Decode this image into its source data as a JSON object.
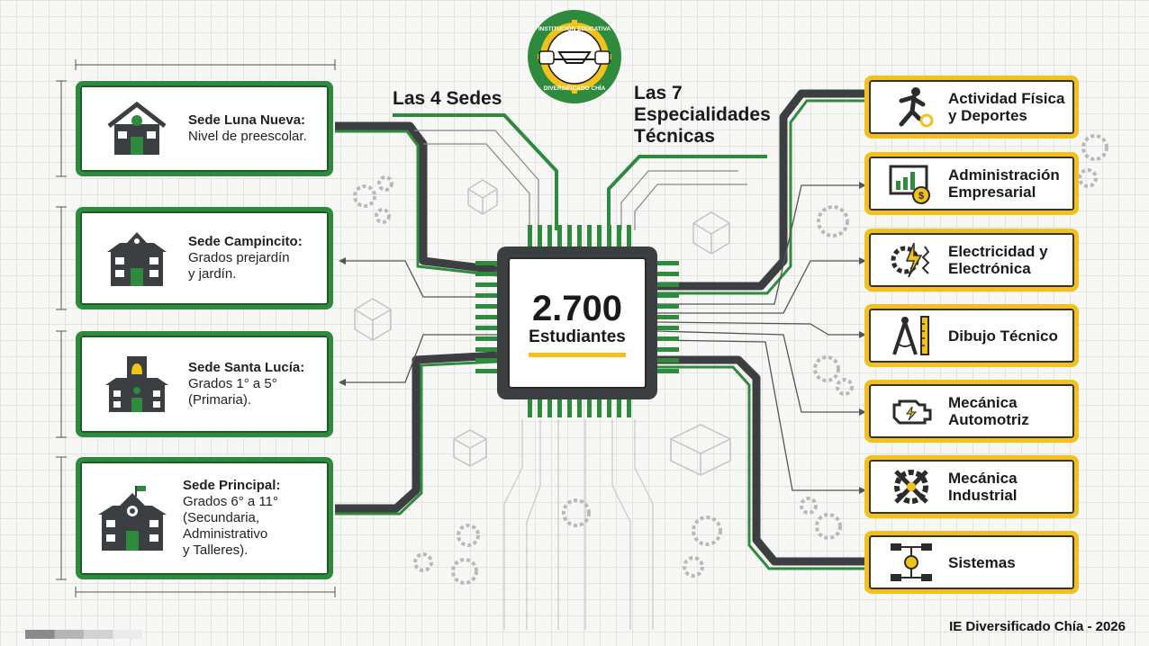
{
  "center": {
    "value": "2.700",
    "label": "Estudiantes"
  },
  "headings": {
    "sedes": "Las 4 Sedes",
    "especialidades_line1": "Las 7",
    "especialidades_line2": "Especialidades",
    "especialidades_line3": "Técnicas"
  },
  "logo": {
    "ring_text_top": "INSTITUCIÓN EDUCATIVA",
    "ring_text_bottom": "DIVERSIFICADO CHÍA"
  },
  "sedes": [
    {
      "name": "Sede Luna Nueva:",
      "desc": [
        "Nivel de preescolar."
      ],
      "icon": "house-icon"
    },
    {
      "name": "Sede Campincito:",
      "desc": [
        "Grados prejardín",
        "y jardín."
      ],
      "icon": "school-building-icon"
    },
    {
      "name": "Sede Santa Lucía:",
      "desc": [
        "Grados 1° a 5°",
        "(Primaria)."
      ],
      "icon": "bell-school-icon"
    },
    {
      "name": "Sede Principal:",
      "desc": [
        "Grados 6° a 11°",
        "(Secundaria,",
        "Administrativo",
        "y Talleres)."
      ],
      "icon": "gear-school-icon"
    }
  ],
  "especialidades": [
    {
      "lines": [
        "Actividad Física",
        "y Deportes"
      ],
      "icon": "runner-icon"
    },
    {
      "lines": [
        "Administración",
        "Empresarial"
      ],
      "icon": "business-chart-icon"
    },
    {
      "lines": [
        "Electricidad y",
        "Electrónica"
      ],
      "icon": "lightning-gear-icon"
    },
    {
      "lines": [
        "Dibujo Técnico"
      ],
      "icon": "compass-ruler-icon"
    },
    {
      "lines": [
        "Mecánica",
        "Automotriz"
      ],
      "icon": "engine-icon"
    },
    {
      "lines": [
        "Mecánica",
        "Industrial"
      ],
      "icon": "tools-gear-icon"
    },
    {
      "lines": [
        "Sistemas"
      ],
      "icon": "network-icon"
    }
  ],
  "footer": "IE Diversificado Chía  - 2026",
  "colors": {
    "green": "#2e8b3e",
    "yellow": "#f2c21b",
    "dark": "#3c3f41"
  }
}
